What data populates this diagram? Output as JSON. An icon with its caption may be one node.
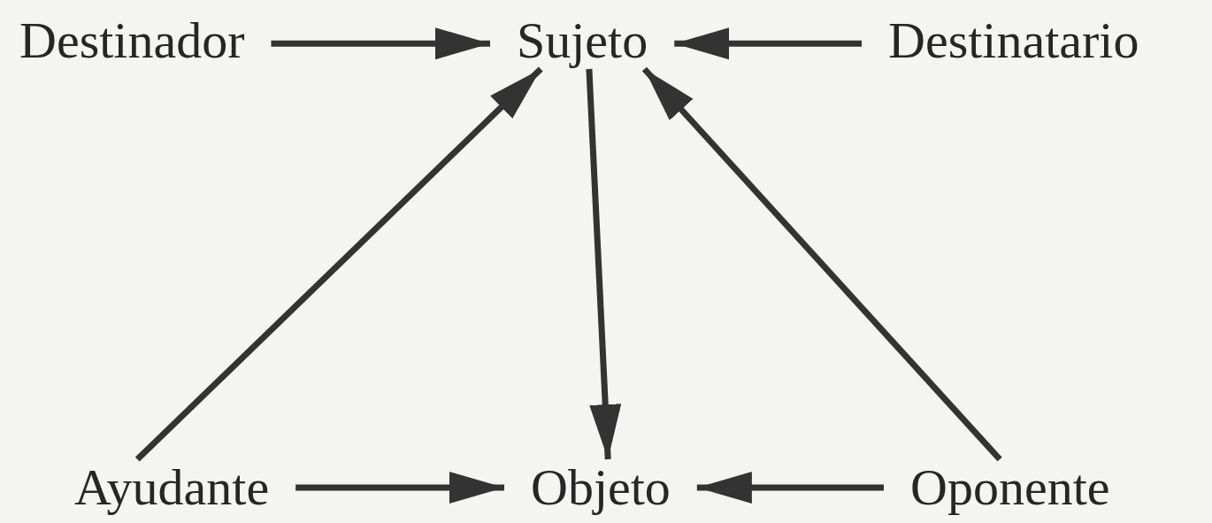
{
  "diagram": {
    "nodes": [
      {
        "text": [
          "Destinador"
        ]
      },
      {
        "text": [
          "Sujeto"
        ]
      },
      {
        "text": [
          "Destinatario"
        ]
      },
      {
        "text": [
          "Ayudante"
        ]
      },
      {
        "text": [
          "Objeto"
        ]
      },
      {
        "text": [
          "Oponente"
        ]
      }
    ],
    "edges": [
      {
        "from": 0,
        "to": 1,
        "arrow": "to"
      },
      {
        "from": 2,
        "to": 1,
        "arrow": "to"
      },
      {
        "from": 3,
        "to": 1,
        "arrow": "to"
      },
      {
        "from": 1,
        "to": 4,
        "arrow": "to"
      },
      {
        "from": 5,
        "to": 1,
        "arrow": "to"
      },
      {
        "from": 3,
        "to": 4,
        "arrow": "to"
      },
      {
        "from": 5,
        "to": 4,
        "arrow": "to"
      }
    ]
  }
}
